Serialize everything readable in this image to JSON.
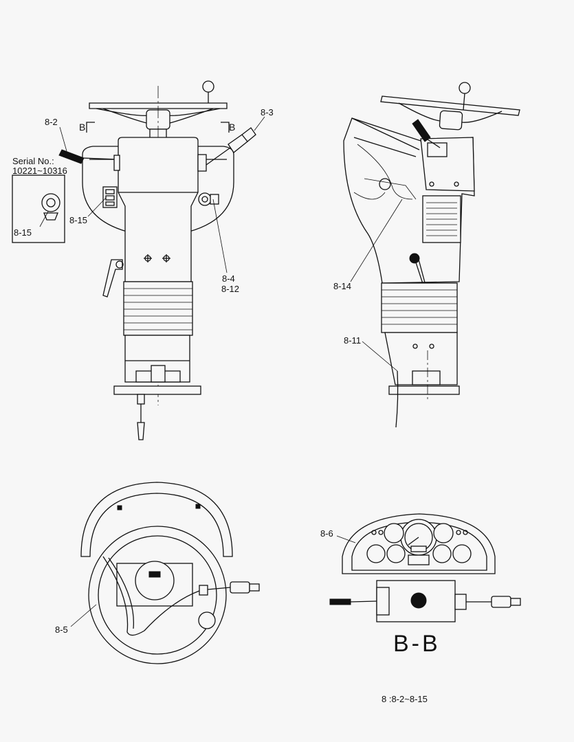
{
  "serial_label": "Serial No.:",
  "serial_range": "10221~10316",
  "section_marker_left": "B",
  "section_marker_right": "B",
  "section_title": "B-B",
  "footer": "8 :8-2~8-15",
  "callouts": {
    "c8_2": "8-2",
    "c8_3": "8-3",
    "c8_15_inset": "8-15",
    "c8_15_main": "8-15",
    "c8_4": "8-4",
    "c8_12": "8-12",
    "c8_14": "8-14",
    "c8_11": "8-11",
    "c8_6": "8-6",
    "c8_5": "8-5"
  }
}
